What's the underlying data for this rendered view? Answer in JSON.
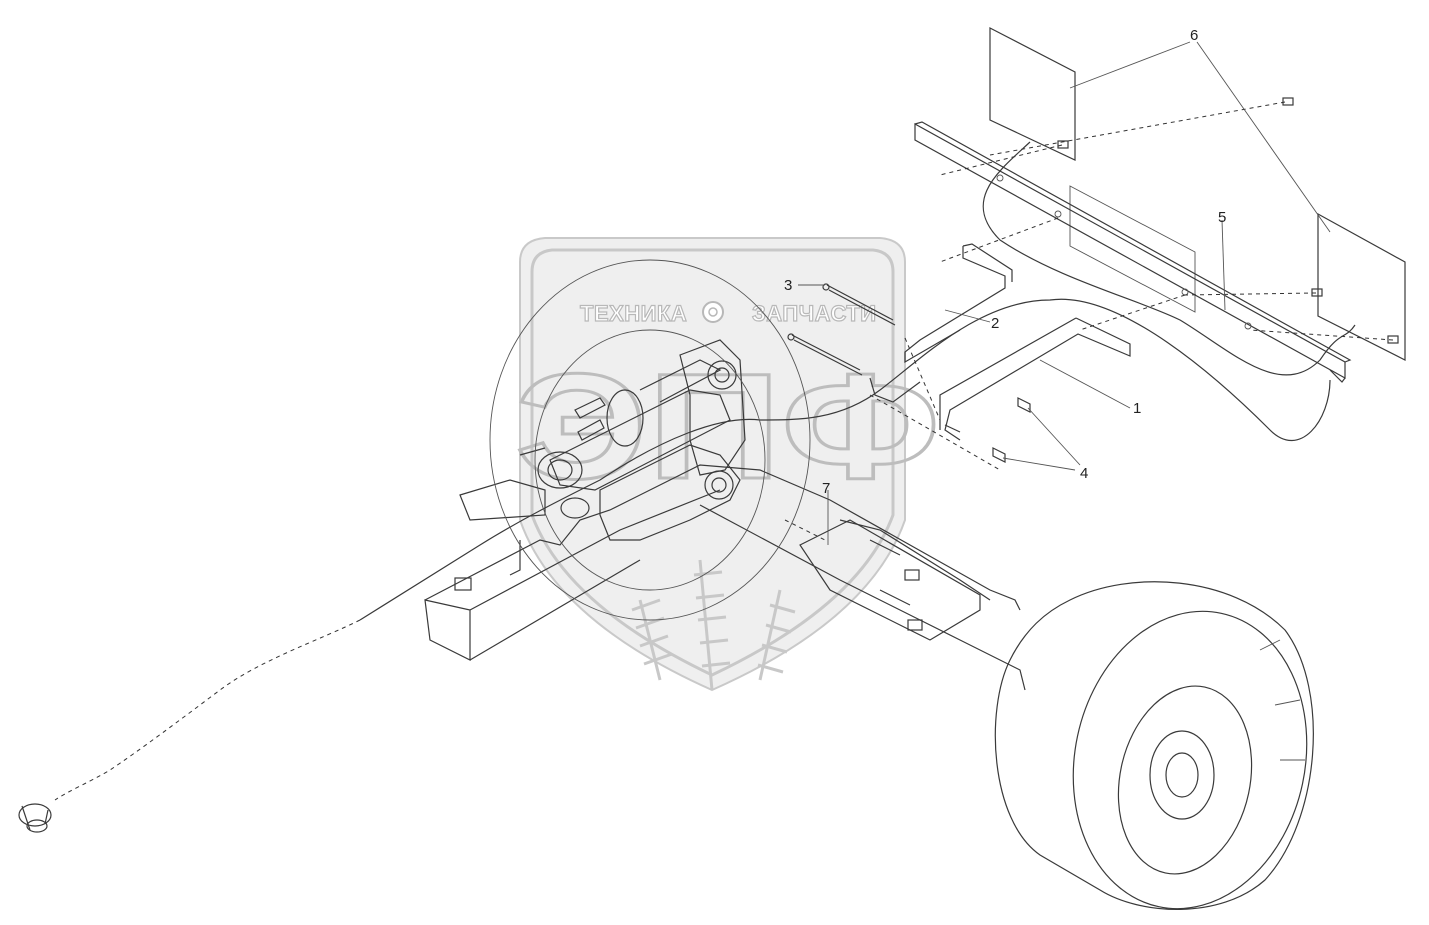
{
  "watermark": {
    "brand_left": "ТЕХНИКА",
    "brand_right": "ЗАПЧАСТИ",
    "logo_letters": "ЭПФ"
  },
  "callouts": [
    {
      "id": "callout-1",
      "label": "1"
    },
    {
      "id": "callout-2",
      "label": "2"
    },
    {
      "id": "callout-3",
      "label": "3"
    },
    {
      "id": "callout-4",
      "label": "4"
    },
    {
      "id": "callout-5",
      "label": "5"
    },
    {
      "id": "callout-6",
      "label": "6"
    },
    {
      "id": "callout-7",
      "label": "7"
    }
  ],
  "colors": {
    "line": "#3a3a3a",
    "watermark": "#c8c8c8",
    "background": "#ffffff"
  }
}
